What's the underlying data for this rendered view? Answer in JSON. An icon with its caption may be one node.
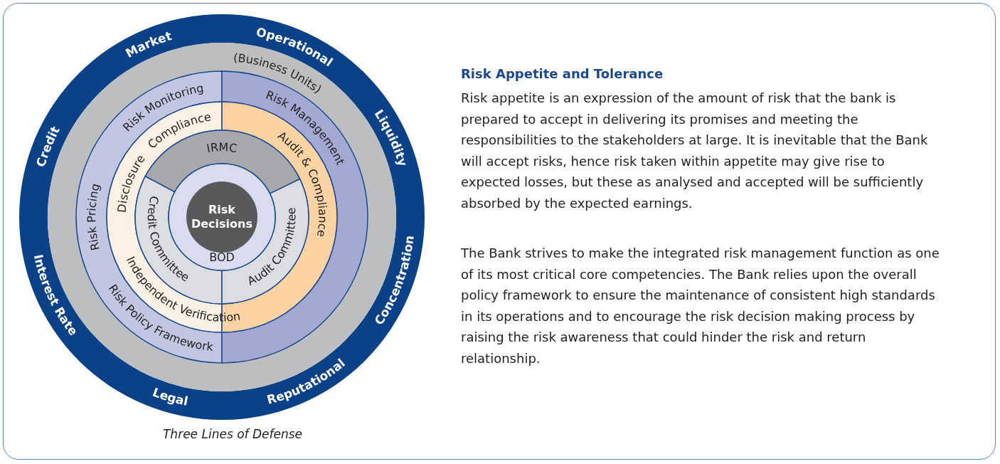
{
  "diagram": {
    "title": "Risk Appetite and Tolerance",
    "caption": "Three Lines of Defense",
    "nodes": [
      {
        "text": [
          "Market",
          "Operational",
          "Credit",
          "Liquidity",
          "Interest Rate",
          "Concentration",
          "Legal",
          "Reputational"
        ]
      },
      {
        "text": [
          "(Business Units)"
        ]
      },
      {
        "text": [
          "Risk Monitoring",
          "Risk Pricing",
          "Risk Policy Framework"
        ]
      },
      {
        "text": [
          "Risk Management"
        ]
      },
      {
        "text": [
          "Compliance",
          "Disclosure",
          "Independent Verification"
        ]
      },
      {
        "text": [
          "Audit & Compliance"
        ]
      },
      {
        "text": [
          "IRMC"
        ]
      },
      {
        "text": [
          "Credit Committee"
        ]
      },
      {
        "text": [
          "Audit Committee"
        ]
      },
      {
        "text": [
          "BOD"
        ]
      },
      {
        "text": [
          "Risk Decisions"
        ]
      }
    ],
    "labels": [
      "Risk appetite is an expression of the amount of risk that the bank is prepared to accept in delivering its promises and meeting the responsibilities to the stakeholders at large. It is inevitable that the Bank will accept risks, hence risk taken within appetite may give rise to expected losses, but these as analysed and accepted will be sufficiently absorbed by the expected earnings.",
      "The Bank strives to make the integrated risk management function as one of its most critical core competencies. The Bank relies upon the overall policy framework to ensure the maintenance of consistent high standards in its operations and to encourage the risk decision making process by raising the risk awareness that could hinder the risk and return relationship."
    ]
  }
}
